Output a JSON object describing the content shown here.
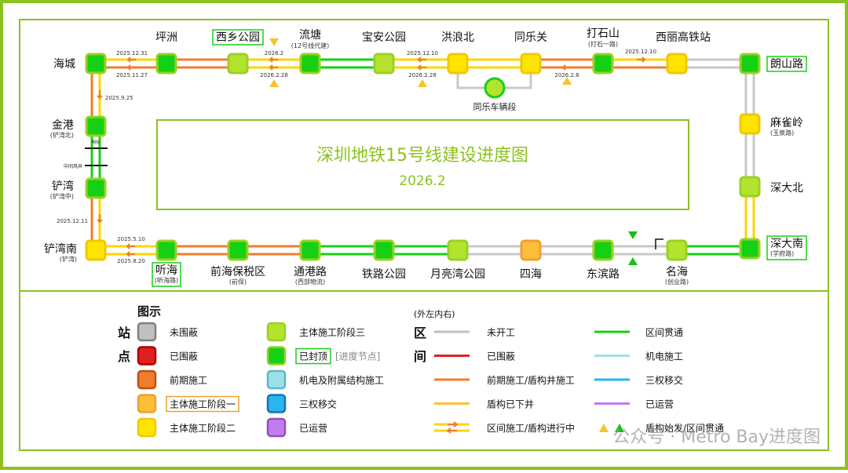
{
  "title": "深圳地铁15号线建设进度图",
  "subtitle": "2026.2",
  "colors": {
    "frame": "#8cc21f",
    "not_enclosed": "#c0c0c0",
    "enclosed": "#e02020",
    "prelim": "#f07c2e",
    "stage1": "#fbbf3a",
    "stage2": "#ffe400",
    "stage3": "#b4e32f",
    "capped": "#16d016",
    "mep": "#9ee0e8",
    "tri": "#2ab4f0",
    "operating": "#c27cf0",
    "through": "#16d016",
    "track_yellow": "#ffd400",
    "track_orange": "#f07c2e",
    "track_gray": "#c8c8c8",
    "track_green": "#16d016",
    "light_green_border": "#9bd023"
  },
  "stations": [
    {
      "id": "haicheng",
      "name": "海城",
      "sub": "",
      "status": "capped",
      "boxed": false
    },
    {
      "id": "pingzhou",
      "name": "坪洲",
      "sub": "",
      "status": "capped",
      "boxed": false
    },
    {
      "id": "xixiang",
      "name": "西乡公园",
      "sub": "",
      "status": "stage3",
      "boxed": true
    },
    {
      "id": "liutang",
      "name": "流塘",
      "sub": "(12号线代建)",
      "status": "capped",
      "boxed": false
    },
    {
      "id": "baoan",
      "name": "宝安公园",
      "sub": "",
      "status": "stage3",
      "boxed": false
    },
    {
      "id": "hongliangbei",
      "name": "洪浪北",
      "sub": "",
      "status": "stage2",
      "boxed": false
    },
    {
      "id": "tongleguan",
      "name": "同乐关",
      "sub": "",
      "status": "stage2",
      "boxed": false
    },
    {
      "id": "dashishan",
      "name": "打石山",
      "sub": "(打石一路)",
      "status": "capped",
      "boxed": false
    },
    {
      "id": "xili",
      "name": "西丽高铁站",
      "sub": "",
      "status": "stage2",
      "boxed": false
    },
    {
      "id": "langshan",
      "name": "朗山路",
      "sub": "",
      "status": "capped",
      "boxed": true
    },
    {
      "id": "maqueling",
      "name": "麻雀岭",
      "sub": "(玉泉路)",
      "status": "stage2",
      "boxed": false
    },
    {
      "id": "shendabei",
      "name": "深大北",
      "sub": "",
      "status": "stage3",
      "boxed": false
    },
    {
      "id": "shendanan",
      "name": "深大南",
      "sub": "(学府路)",
      "status": "capped",
      "boxed": true
    },
    {
      "id": "minghai",
      "name": "名海",
      "sub": "(创业路)",
      "status": "stage3",
      "boxed": false
    },
    {
      "id": "dongbin",
      "name": "东滨路",
      "sub": "",
      "status": "capped",
      "boxed": false
    },
    {
      "id": "sihai",
      "name": "四海",
      "sub": "",
      "status": "stage1",
      "boxed": false
    },
    {
      "id": "yueliangwan",
      "name": "月亮湾公园",
      "sub": "",
      "status": "stage3",
      "boxed": false
    },
    {
      "id": "tielu",
      "name": "铁路公园",
      "sub": "",
      "status": "capped",
      "boxed": false
    },
    {
      "id": "tonggang",
      "name": "通港路",
      "sub": "(西部物流)",
      "status": "capped",
      "boxed": false
    },
    {
      "id": "qianhai",
      "name": "前海保税区",
      "sub": "(前保)",
      "status": "capped",
      "boxed": false
    },
    {
      "id": "tinghai",
      "name": "听海",
      "sub": "(听海路)",
      "status": "capped",
      "boxed": true
    },
    {
      "id": "chanwannan",
      "name": "铲湾南",
      "sub": "(铲湾)",
      "status": "stage2",
      "boxed": false
    },
    {
      "id": "chanwan",
      "name": "铲湾",
      "sub": "(铲湾中)",
      "status": "capped",
      "boxed": false
    },
    {
      "id": "jingang",
      "name": "金港",
      "sub": "(铲湾北)",
      "status": "capped",
      "boxed": false
    }
  ],
  "depot": {
    "name": "同乐车辆段"
  },
  "shaft": {
    "name": "中间风井",
    "small": "明挖"
  },
  "dates": {
    "d1": "2025.12.31",
    "d2": "2025.11.27",
    "d3": "2026.2",
    "d4": "2026.2.28",
    "d5": "2025.12.10",
    "d6": "2026.2.28",
    "d7": "2026.2.8",
    "d8": "2025.12.10",
    "d9": "2025.9.25",
    "d10": "2025.12.11",
    "d11": "2025.5.10",
    "d12": "2025.8.20"
  },
  "legend": {
    "title": "图示",
    "station_label_1": "站",
    "station_label_2": "点",
    "interval_label_1": "区",
    "interval_label_2": "间",
    "interval_header": "(外左内右)",
    "station_items": [
      {
        "label": "未围蔽",
        "status": "not_enclosed"
      },
      {
        "label": "已围蔽",
        "status": "enclosed"
      },
      {
        "label": "前期施工",
        "status": "prelim"
      },
      {
        "label": "主体施工阶段一",
        "status": "stage1",
        "boxed": true
      },
      {
        "label": "主体施工阶段二",
        "status": "stage2"
      },
      {
        "label": "主体施工阶段三",
        "status": "stage3"
      },
      {
        "label": "已封顶",
        "status": "capped",
        "boxed": true,
        "note": "[进度节点]"
      },
      {
        "label": "机电及附属结构施工",
        "status": "mep"
      },
      {
        "label": "三权移交",
        "status": "tri"
      },
      {
        "label": "已运营",
        "status": "operating"
      }
    ],
    "interval_items_left": [
      {
        "label": "未开工",
        "color": "not_enclosed"
      },
      {
        "label": "已围蔽",
        "color": "enclosed"
      },
      {
        "label": "前期施工/盾构井施工",
        "color": "prelim"
      },
      {
        "label": "盾构已下井",
        "color": "stage1"
      },
      {
        "label": "区间施工/盾构进行中",
        "color": "stage2"
      }
    ],
    "interval_items_right": [
      {
        "label": "区间贯通",
        "color": "through"
      },
      {
        "label": "机电施工",
        "color": "mep"
      },
      {
        "label": "三权移交",
        "color": "tri"
      },
      {
        "label": "已运营",
        "color": "operating"
      },
      {
        "label": "盾构始发/区间贯通"
      }
    ]
  },
  "watermark": "公众号 · Metro Bay进度图"
}
